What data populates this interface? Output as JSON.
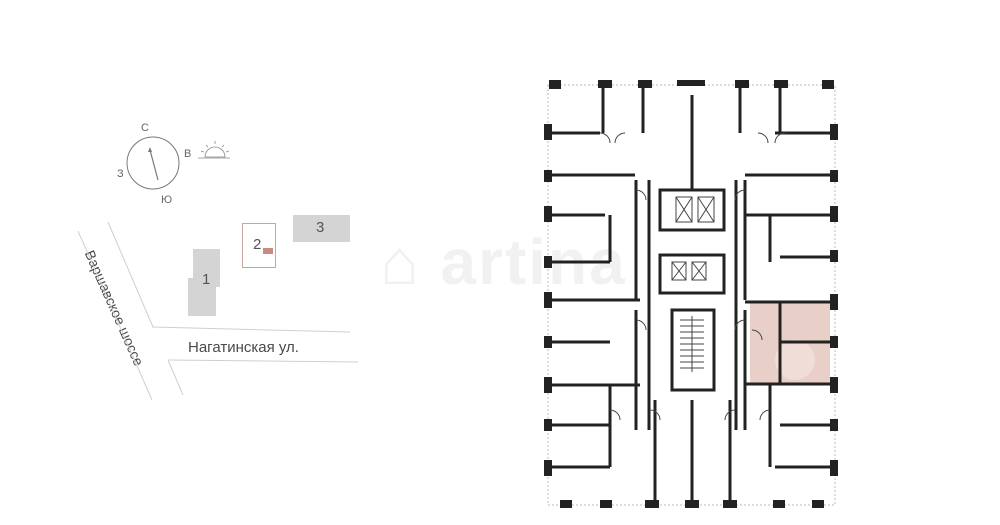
{
  "compass": {
    "north": "С",
    "south": "Ю",
    "west": "З",
    "east": "В",
    "sunrise_icon": "sunrise-icon"
  },
  "site_plan": {
    "streets": [
      {
        "name": "Варшавское шоссе"
      },
      {
        "name": "Нагатинская ул."
      }
    ],
    "buildings": [
      {
        "number": "1",
        "highlighted": false
      },
      {
        "number": "2",
        "highlighted": true
      },
      {
        "number": "3",
        "highlighted": false
      }
    ],
    "highlight_color": "#c98b80"
  },
  "floor_plan": {
    "highlighted_unit_color": "#e8cfc8",
    "wall_color": "#222222",
    "selected_unit": "right side, middle (2-room apartment)"
  },
  "watermark": {
    "text": "artina",
    "icon": "house-icon"
  }
}
